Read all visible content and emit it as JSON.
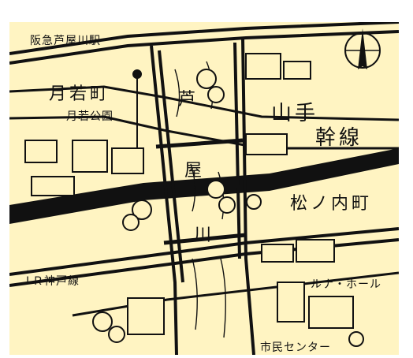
{
  "map": {
    "labels": {
      "hankyu_station": "阪急芦屋川駅",
      "tsukiwaka_cho": "月若町",
      "tsukiwaka_park": "月若公園",
      "yamate_kansen_1": "山手",
      "yamate_kansen_2": "幹線",
      "matsunouchi_cho": "松ノ内町",
      "jr_kobe_line": "ＪＲ神戸線",
      "luna_hall": "ルナ・ホール",
      "civic_center": "市民センター",
      "river_char_1": "芦",
      "river_char_2": "屋",
      "river_char_3": "川"
    },
    "compass": {
      "north_label": "N"
    },
    "colors": {
      "paper": "#fff4c2",
      "ink": "#111111",
      "frame": "#ffffff"
    }
  }
}
